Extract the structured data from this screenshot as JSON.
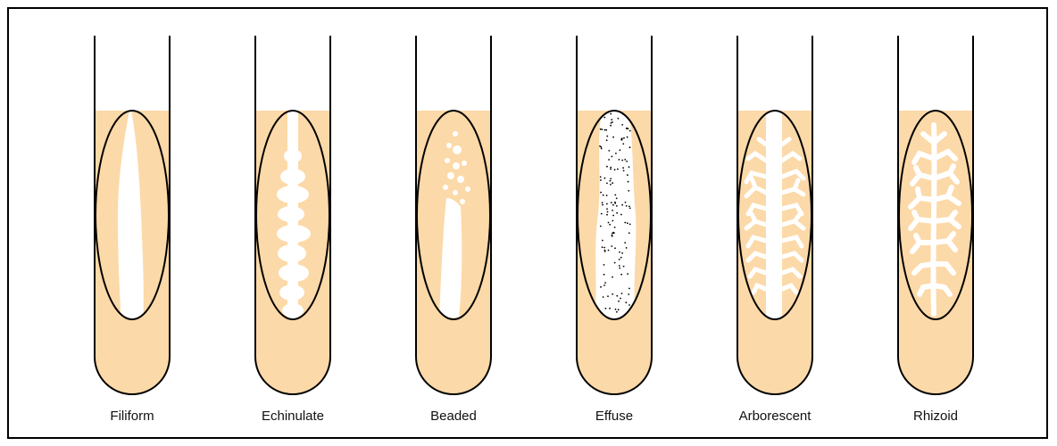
{
  "colors": {
    "medium": "#fcd9a8",
    "growth": "#ffffff",
    "outline": "#000000",
    "background": "#ffffff"
  },
  "tubes": [
    {
      "id": "filiform",
      "label": "Filiform"
    },
    {
      "id": "echinulate",
      "label": "Echinulate"
    },
    {
      "id": "beaded",
      "label": "Beaded"
    },
    {
      "id": "effuse",
      "label": "Effuse"
    },
    {
      "id": "arborescent",
      "label": "Arborescent"
    },
    {
      "id": "rhizoid",
      "label": "Rhizoid"
    }
  ]
}
